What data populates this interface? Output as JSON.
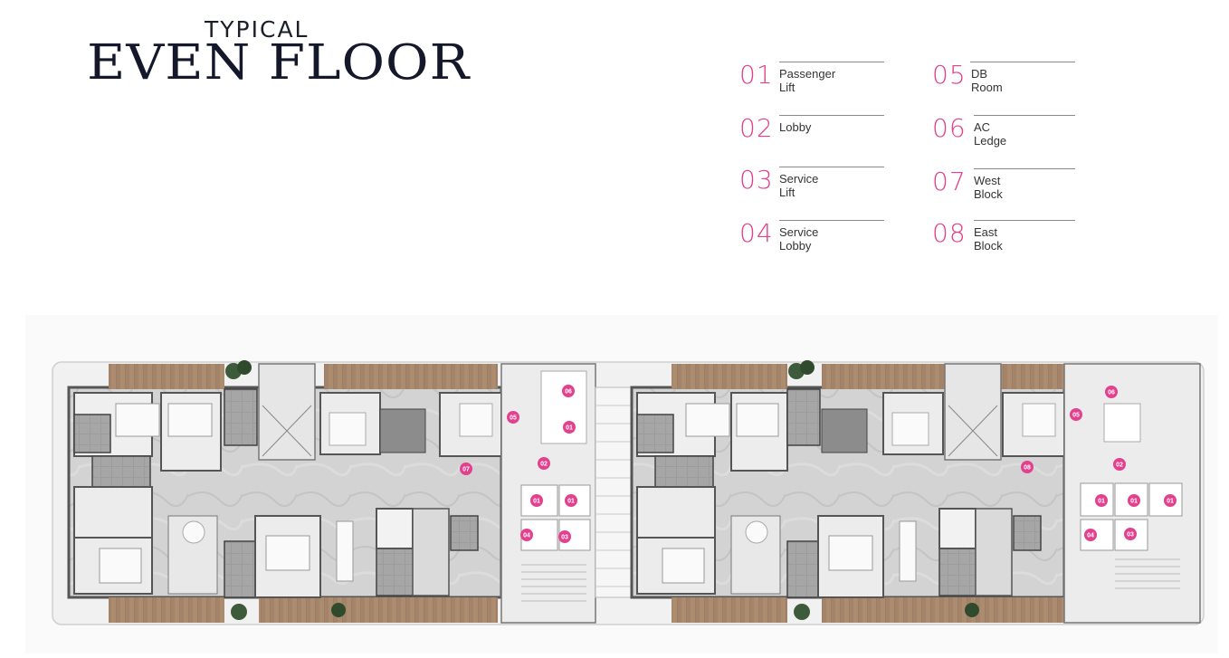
{
  "title": {
    "small": "TYPICAL",
    "big": "EVEN FLOOR"
  },
  "legend": [
    {
      "num": "01",
      "label": "Passenger Lift"
    },
    {
      "num": "02",
      "label": "Lobby"
    },
    {
      "num": "03",
      "label": "Service Lift"
    },
    {
      "num": "04",
      "label": "Service Lobby"
    },
    {
      "num": "05",
      "label": "DB Room"
    },
    {
      "num": "06",
      "label": "AC Ledge"
    },
    {
      "num": "07",
      "label": "West Block"
    },
    {
      "num": "08",
      "label": "East Block"
    }
  ],
  "markers": {
    "m1": "06",
    "m2": "05",
    "m3": "01",
    "m4": "02",
    "m5": "07",
    "m6": "01",
    "m7": "01",
    "m8": "04",
    "m9": "03",
    "m10": "06",
    "m11": "05",
    "m12": "08",
    "m13": "02",
    "m14": "01",
    "m15": "01",
    "m16": "01",
    "m17": "04",
    "m18": "03"
  },
  "colors": {
    "accent": "#e2418e",
    "title": "#14182a",
    "wood": "#a88a6c",
    "floor": "#cfcfcf"
  }
}
